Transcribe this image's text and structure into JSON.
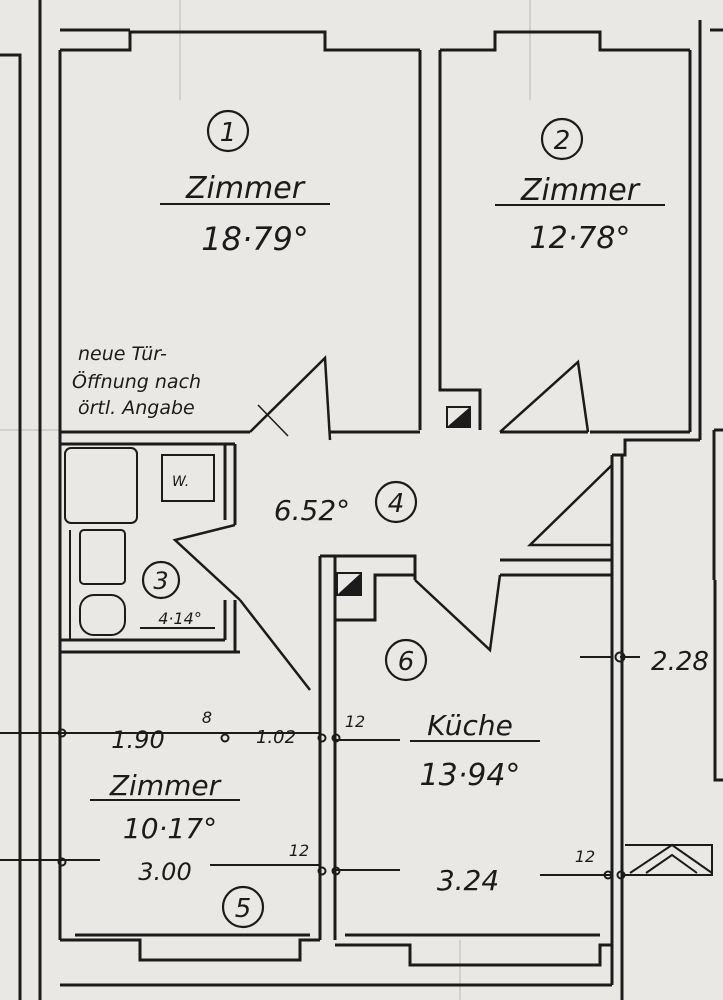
{
  "colors": {
    "paper": "#e9e8e4",
    "ink": "#1b1b1b"
  },
  "rooms": [
    {
      "number": "1",
      "name": "Zimmer",
      "area": "18·79°"
    },
    {
      "number": "2",
      "name": "Zimmer",
      "area": "12·78°"
    },
    {
      "number": "3",
      "area": "4·14°"
    },
    {
      "number": "4",
      "area": "6.52°"
    },
    {
      "number": "5",
      "name": "Zimmer",
      "area": "10·17°"
    },
    {
      "number": "6",
      "name": "Küche",
      "area": "13·94°"
    }
  ],
  "note": {
    "line1": "neue Tür-",
    "line2": "Öffnung nach",
    "line3": "örtl. Angabe"
  },
  "wc_label": "W.",
  "dimensions": {
    "d190": "1.90",
    "d102": "1.02",
    "d300": "3.00",
    "d324": "3.24",
    "d228": "2.28",
    "w8": "8",
    "w12a": "12",
    "w12b": "12",
    "w12c": "12"
  }
}
